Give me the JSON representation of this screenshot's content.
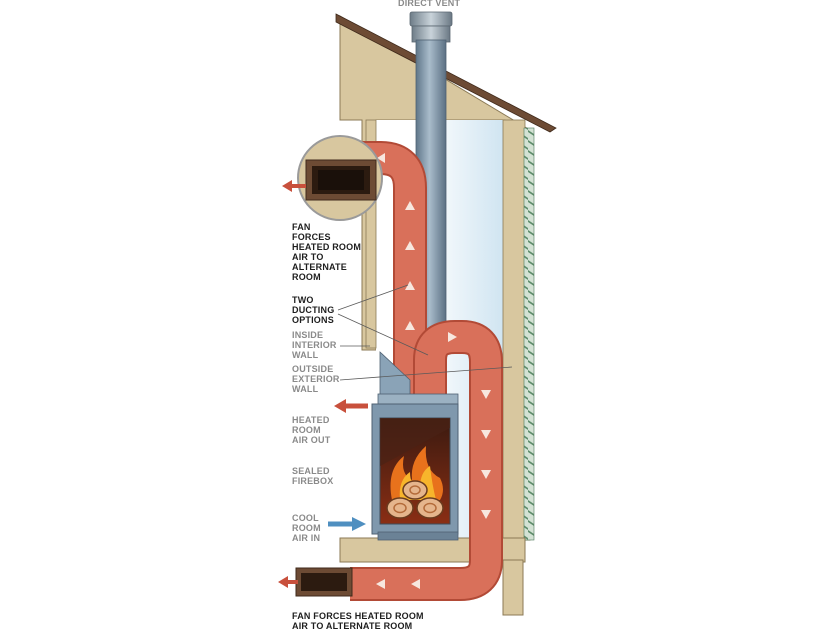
{
  "labels": {
    "direct_vent": "DIRECT VENT",
    "fan_forces_upper": [
      "FAN",
      "FORCES",
      "HEATED ROOM",
      "AIR TO",
      "ALTERNATE",
      "ROOM"
    ],
    "two_ducting": [
      "TWO",
      "DUCTING",
      "OPTIONS"
    ],
    "inside_wall": [
      "INSIDE",
      "INTERIOR",
      "WALL"
    ],
    "outside_wall": [
      "OUTSIDE",
      "EXTERIOR",
      "WALL"
    ],
    "heated_out": [
      "HEATED",
      "ROOM",
      "AIR OUT"
    ],
    "sealed_firebox": [
      "SEALED",
      "FIREBOX"
    ],
    "cool_in": [
      "COOL",
      "ROOM",
      "AIR IN"
    ],
    "fan_forces_lower": [
      "FAN FORCES HEATED ROOM",
      "AIR TO ALTERNATE ROOM"
    ]
  },
  "colors": {
    "duct": "#d9705a",
    "duct_edge": "#b24a36",
    "heated_arrow": "#c8503c",
    "cool_arrow": "#4f8fc0",
    "wall_tan": "#d8c79f",
    "glass_blue": "#e2eff7",
    "firebox_steel": "#7f98ad",
    "siding_green": "#6f9a7a"
  }
}
